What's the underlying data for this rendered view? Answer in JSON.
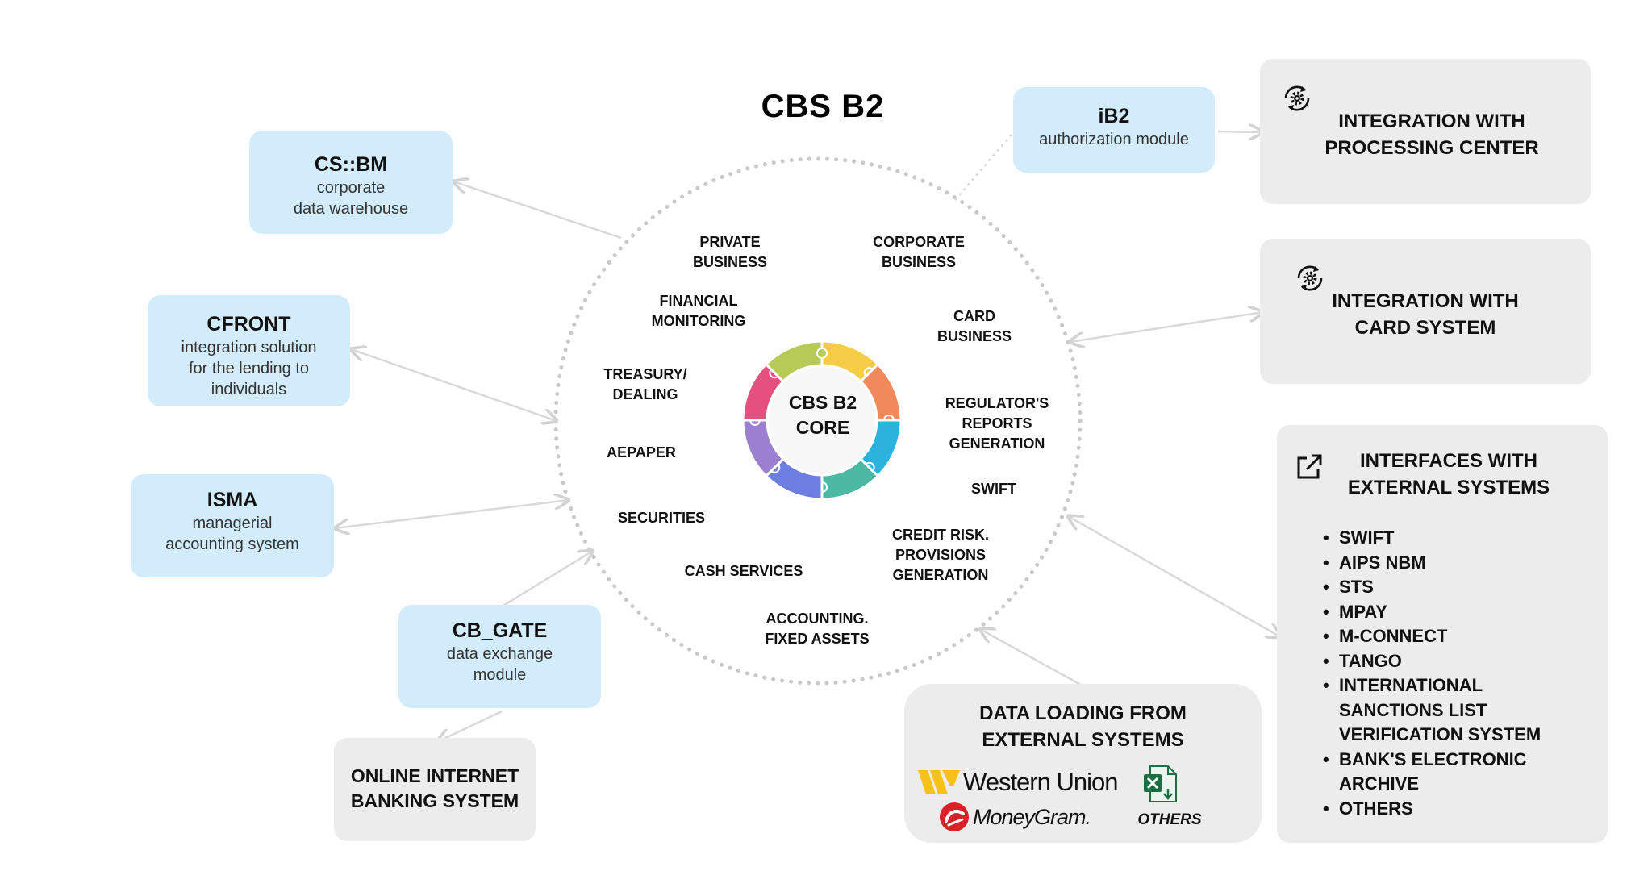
{
  "title": "CBS B2",
  "core": {
    "label": "CBS B2\nCORE"
  },
  "modules": [
    "PRIVATE\nBUSINESS",
    "CORPORATE\nBUSINESS",
    "FINANCIAL\nMONITORING",
    "CARD\nBUSINESS",
    "TREASURY/\nDEALING",
    "REGULATOR'S\nREPORTS\nGENERATION",
    "AEPAPER",
    "SWIFT",
    "SECURITIES",
    "CREDIT RISK.\nPROVISIONS\nGENERATION",
    "CASH SERVICES",
    "ACCOUNTING.\nFIXED ASSETS"
  ],
  "left_systems": {
    "csbm": {
      "title": "CS::BM",
      "subtitle": "corporate\ndata warehouse"
    },
    "cfront": {
      "title": "CFRONT",
      "subtitle": "integration solution\nfor the lending to\nindividuals"
    },
    "isma": {
      "title": "ISMA",
      "subtitle": "managerial\naccounting system"
    },
    "cbgate": {
      "title": "CB_GATE",
      "subtitle": "data exchange\nmodule"
    },
    "online_banking": {
      "title": "ONLINE INTERNET\nBANKING SYSTEM"
    }
  },
  "ib2": {
    "title": "iB2",
    "subtitle": "authorization module"
  },
  "right_panels": {
    "processing": {
      "title": "INTEGRATION WITH\nPROCESSING CENTER",
      "icon": "gear-sync-icon"
    },
    "card_system": {
      "title": "INTEGRATION WITH\nCARD SYSTEM",
      "icon": "gear-sync-icon"
    },
    "interfaces": {
      "title": "INTERFACES WITH\nEXTERNAL SYSTEMS",
      "icon": "external-link-icon",
      "items": [
        "SWIFT",
        "AIPS NBM",
        "STS",
        "MPAY",
        "M-CONNECT",
        "TANGO",
        "INTERNATIONAL\nSANCTIONS LIST\nVERIFICATION SYSTEM",
        "BANK'S ELECTRONIC\nARCHIVE",
        "OTHERS"
      ]
    }
  },
  "data_loading": {
    "title": "DATA LOADING FROM\nEXTERNAL SYSTEMS",
    "logos": {
      "western_union": "Western Union",
      "moneygram": "MoneyGram.",
      "others": "OTHERS"
    }
  },
  "colors": {
    "light_blue": "#d3ecfb",
    "light_grey": "#ececec",
    "connector": "#d9d9d9",
    "ring_segments": [
      "#f6cb45",
      "#f08a5d",
      "#2bb3dc",
      "#4ab8a2",
      "#6c7ee0",
      "#9b7fd1",
      "#e6507e",
      "#b7c956"
    ]
  }
}
